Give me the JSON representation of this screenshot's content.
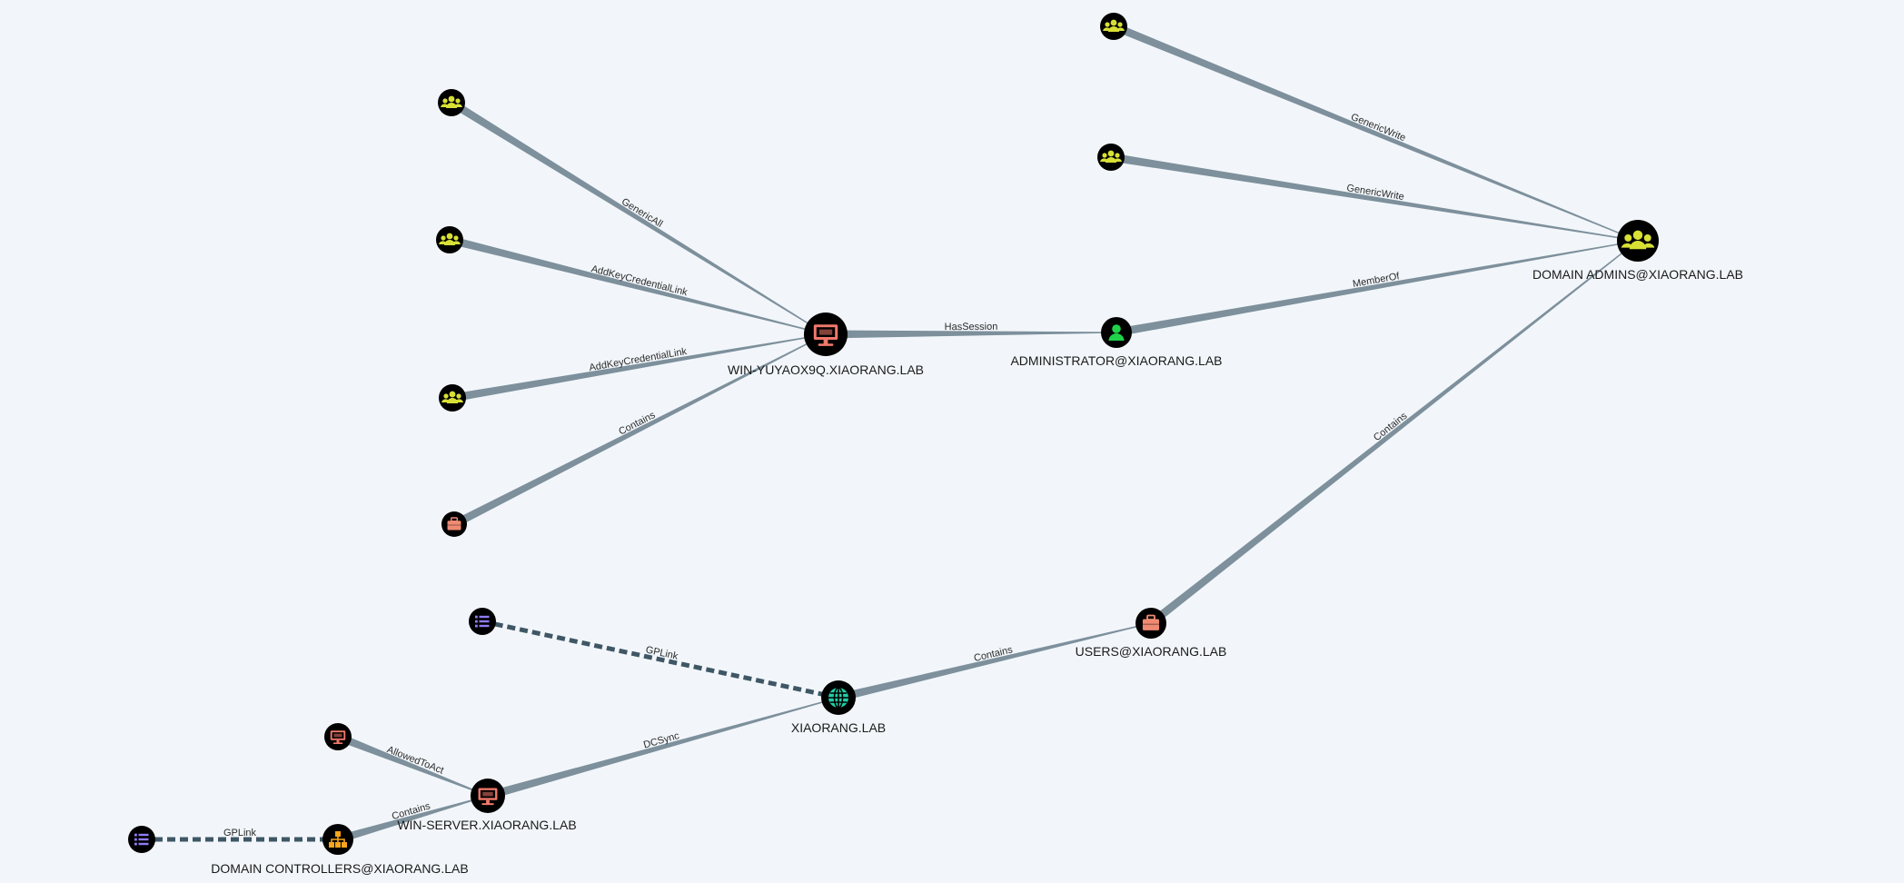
{
  "colors": {
    "background": "#f2f6fa",
    "edge": "#7d909c",
    "edge_dashed": "#3f5765",
    "node_ring": "#000000",
    "group": "#d8e035",
    "user": "#1fd24a",
    "computer": "#f0786a",
    "ou": "#ef8a72",
    "gpo": "#8f7cf4",
    "domain": "#21cfa8",
    "domain_controllers_ou": "#f7a51b"
  },
  "nodes": [
    {
      "id": "g1",
      "type": "group",
      "icon": "group-icon",
      "label": ""
    },
    {
      "id": "g2",
      "type": "group",
      "icon": "group-icon",
      "label": ""
    },
    {
      "id": "g3",
      "type": "group",
      "icon": "group-icon",
      "label": ""
    },
    {
      "id": "ou1",
      "type": "ou",
      "icon": "briefcase-icon",
      "label": ""
    },
    {
      "id": "win_yuyaox9q",
      "type": "computer",
      "icon": "monitor-icon",
      "label": "WIN-YUYAOX9Q.XIAORANG.LAB"
    },
    {
      "id": "administrator",
      "type": "user",
      "icon": "user-icon",
      "label": "ADMINISTRATOR@XIAORANG.LAB"
    },
    {
      "id": "g4",
      "type": "group",
      "icon": "group-icon",
      "label": ""
    },
    {
      "id": "g5",
      "type": "group",
      "icon": "group-icon",
      "label": ""
    },
    {
      "id": "domain_admins",
      "type": "group",
      "icon": "group-icon",
      "label": "DOMAIN ADMINS@XIAORANG.LAB"
    },
    {
      "id": "users",
      "type": "ou",
      "icon": "briefcase-icon",
      "label": "USERS@XIAORANG.LAB"
    },
    {
      "id": "gpo1",
      "type": "gpo",
      "icon": "list-icon",
      "label": ""
    },
    {
      "id": "xiaorang",
      "type": "domain",
      "icon": "globe-icon",
      "label": "XIAORANG.LAB"
    },
    {
      "id": "comp2",
      "type": "computer",
      "icon": "monitor-icon",
      "label": ""
    },
    {
      "id": "win_server",
      "type": "computer",
      "icon": "monitor-icon",
      "label": "WIN-SERVER.XIAORANG.LAB"
    },
    {
      "id": "gpo2",
      "type": "gpo",
      "icon": "list-icon",
      "label": ""
    },
    {
      "id": "domain_controllers",
      "type": "domain_controllers_ou",
      "icon": "org-chart-icon",
      "label": "DOMAIN CONTROLLERS@XIAORANG.LAB"
    }
  ],
  "edges": [
    {
      "source": "g1",
      "target": "win_yuyaox9q",
      "label": "GenericAll",
      "style": "solid"
    },
    {
      "source": "g2",
      "target": "win_yuyaox9q",
      "label": "AddKeyCredentialLink",
      "style": "solid"
    },
    {
      "source": "g3",
      "target": "win_yuyaox9q",
      "label": "AddKeyCredentialLink",
      "style": "solid"
    },
    {
      "source": "ou1",
      "target": "win_yuyaox9q",
      "label": "Contains",
      "style": "solid"
    },
    {
      "source": "win_yuyaox9q",
      "target": "administrator",
      "label": "HasSession",
      "style": "solid"
    },
    {
      "source": "administrator",
      "target": "domain_admins",
      "label": "MemberOf",
      "style": "solid"
    },
    {
      "source": "g4",
      "target": "domain_admins",
      "label": "GenericWrite",
      "style": "solid"
    },
    {
      "source": "g5",
      "target": "domain_admins",
      "label": "GenericWrite",
      "style": "solid"
    },
    {
      "source": "users",
      "target": "domain_admins",
      "label": "Contains",
      "style": "solid"
    },
    {
      "source": "xiaorang",
      "target": "users",
      "label": "Contains",
      "style": "solid"
    },
    {
      "source": "gpo1",
      "target": "xiaorang",
      "label": "GPLink",
      "style": "dashed"
    },
    {
      "source": "win_server",
      "target": "xiaorang",
      "label": "DCSync",
      "style": "solid"
    },
    {
      "source": "comp2",
      "target": "win_server",
      "label": "AllowedToAct",
      "style": "solid"
    },
    {
      "source": "domain_controllers",
      "target": "win_server",
      "label": "Contains",
      "style": "solid"
    },
    {
      "source": "gpo2",
      "target": "domain_controllers",
      "label": "GPLink",
      "style": "dashed"
    }
  ]
}
